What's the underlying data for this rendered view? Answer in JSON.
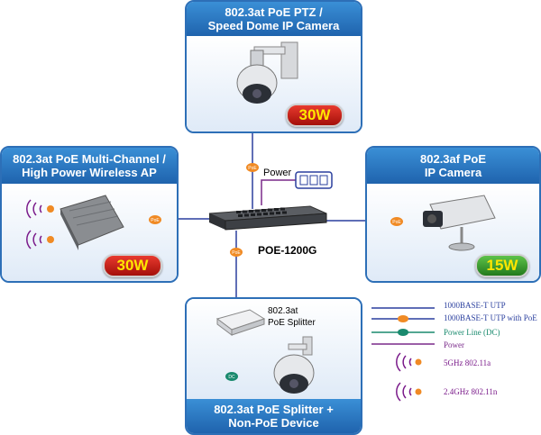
{
  "cards": {
    "ptz": {
      "title_line1": "802.3at PoE PTZ /",
      "title_line2": "Speed Dome IP Camera",
      "watt": "30W"
    },
    "ap": {
      "title_line1": "802.3at PoE Multi-Channel /",
      "title_line2": "High Power Wireless AP",
      "watt": "30W"
    },
    "ipcam": {
      "title_line1": "802.3af PoE",
      "title_line2": "IP Camera",
      "watt": "15W"
    },
    "splitter": {
      "title_line1": "802.3at PoE Splitter +",
      "title_line2": "Non-PoE Device",
      "device_line1": "802.3at",
      "device_line2": "PoE Splitter"
    }
  },
  "switch": {
    "model": "POE-1200G",
    "power_label": "Power"
  },
  "badges": {
    "poe": "PoE",
    "dc": "DC"
  },
  "legend": {
    "items": [
      {
        "label": "1000BASE-T UTP",
        "color": "#2a3f9e"
      },
      {
        "label": "1000BASE-T UTP with PoE",
        "color": "#2a3f9e"
      },
      {
        "label": "Power Line (DC)",
        "color": "#1a8a6e"
      },
      {
        "label": "Power",
        "color": "#7a2a8a"
      },
      {
        "label": "5GHz 802.11a",
        "color": "#7a1a8a"
      },
      {
        "label": "2.4GHz 802.11n",
        "color": "#7a1a8a"
      }
    ]
  },
  "colors": {
    "card_border": "#2d6fb7",
    "header_blue": "#1f63ad",
    "line_blue": "#2a3f9e",
    "power_purple": "#7a2a8a",
    "dc_green": "#1a8a6e",
    "poe_orange": "#f08a24",
    "watt_red": "#c41e14",
    "watt_green": "#2f8f24",
    "watt_text": "#ffe600"
  }
}
